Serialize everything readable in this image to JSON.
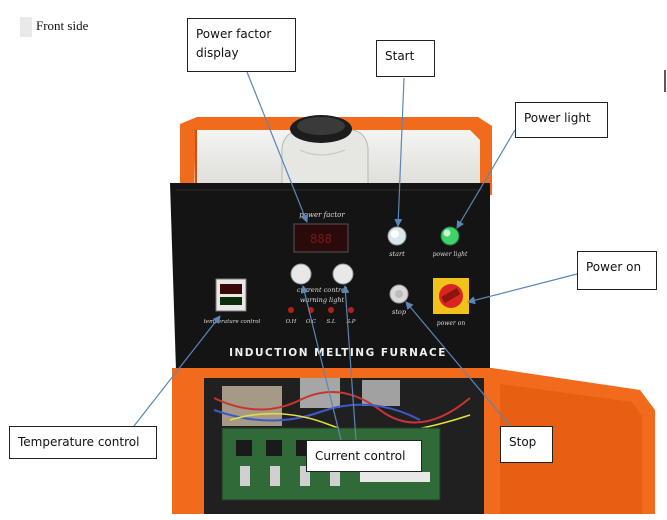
{
  "heading": "Front side",
  "callouts": {
    "power_factor_display": "Power factor display",
    "start": "Start",
    "power_light": "Power light",
    "power_on": "Power on",
    "temperature_control": "Temperature control",
    "current_control": "Current control",
    "stop": "Stop"
  },
  "panel": {
    "power_factor_label": "power factor",
    "current_control_label": "current control",
    "warning_light_label": "warning light",
    "warning_codes": [
      "O.H",
      "O.C",
      "S.L",
      "S.P"
    ],
    "temperature_control_label": "temperature control",
    "start_label": "start",
    "power_light_label": "power light",
    "stop_label": "stop",
    "power_on_label": "power on",
    "nameplate": "INDUCTION MELTING FURNACE"
  },
  "colors": {
    "housing_orange": "#f26a1b",
    "panel_black": "#141414",
    "arrow_blue": "#5b86b5",
    "power_light_green": "#3fd36a",
    "switch_red": "#d8261e",
    "switch_yellow": "#f2c21a",
    "pcb_green": "#2f6a38"
  }
}
